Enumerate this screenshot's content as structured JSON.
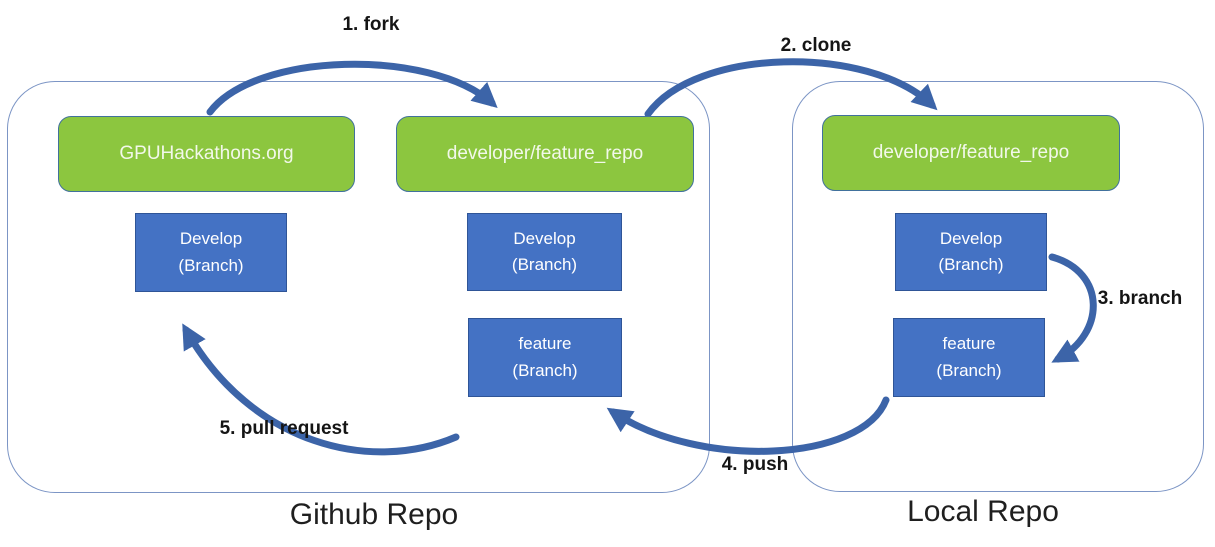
{
  "colors": {
    "node_green": "#8CC63F",
    "node_blue": "#4472C4",
    "arrow_blue": "#3C64A8",
    "container_border": "#7C95C5"
  },
  "containers": {
    "github": {
      "label": "Github Repo"
    },
    "local": {
      "label": "Local Repo"
    }
  },
  "nodes": {
    "upstream_repo": "GPUHackathons.org",
    "fork_repo": "developer/feature_repo",
    "local_repo": "developer/feature_repo",
    "github_upstream_develop": {
      "line1": "Develop",
      "line2": "(Branch)"
    },
    "github_fork_develop": {
      "line1": "Develop",
      "line2": "(Branch)"
    },
    "github_fork_feature": {
      "line1": "feature",
      "line2": "(Branch)"
    },
    "local_develop": {
      "line1": "Develop",
      "line2": "(Branch)"
    },
    "local_feature": {
      "line1": "feature",
      "line2": "(Branch)"
    }
  },
  "arrows": {
    "fork": "1. fork",
    "clone": "2. clone",
    "branch": "3. branch",
    "push": "4. push",
    "pull_request": "5. pull request"
  }
}
